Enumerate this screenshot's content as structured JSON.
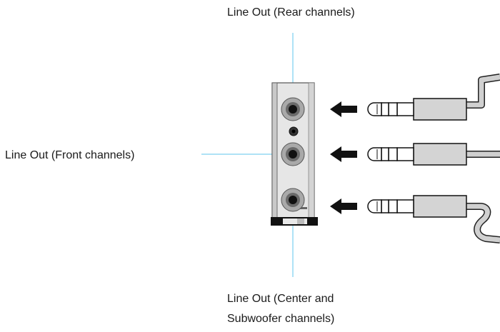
{
  "labels": {
    "rear": "Line  Out (Rear channels)",
    "front": "Line  Out (Front  channels)",
    "center_line1": "Line  Out (Center and",
    "center_line2": "Subwoofer  channels)"
  },
  "colors": {
    "leader_line": "#5fc4ec",
    "panel_fill": "#e6e6e6",
    "panel_stroke": "#555555",
    "jack_ring": "#a9a9a9",
    "plug_body": "#d4d4d4",
    "arrow": "#111111",
    "cable": "#d0d0d0"
  }
}
